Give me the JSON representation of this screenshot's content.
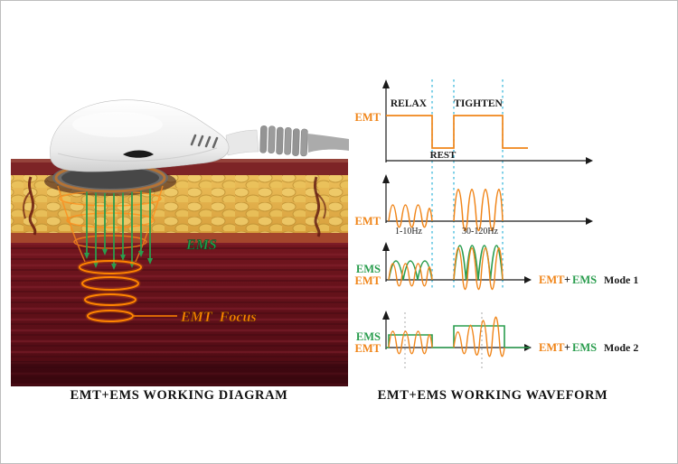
{
  "colors": {
    "emt_orange": "#f08519",
    "ring_orange": "#ff8400",
    "ems_green": "#2a9d4e",
    "grid_cyan": "#3fb9dc",
    "axis_black": "#1a1a1a"
  },
  "captions": {
    "left": "EMT+EMS WORKING DIAGRAM",
    "right": "EMT+EMS WORKING WAVEFORM"
  },
  "diagram": {
    "ems_label": "EMS",
    "emt_focus_label": "EMT  Focus"
  },
  "panels": {
    "p1": {
      "axis_label": "EMT",
      "relax": "RELAX",
      "tighten": "TIGHTEN",
      "rest": "REST"
    },
    "p2": {
      "axis_label": "EMT",
      "freq_low": "1-10Hz",
      "freq_high": "30-120Hz"
    },
    "p3": {
      "ems_label": "EMS",
      "emt_label": "EMT",
      "mode": {
        "emt": "EMT",
        "plus": "+",
        "ems": "EMS",
        "name": "Mode 1"
      }
    },
    "p4": {
      "ems_label": "EMS",
      "emt_label": "EMT",
      "mode": {
        "emt": "EMT",
        "plus": "+",
        "ems": "EMS",
        "name": "Mode 2"
      }
    }
  }
}
